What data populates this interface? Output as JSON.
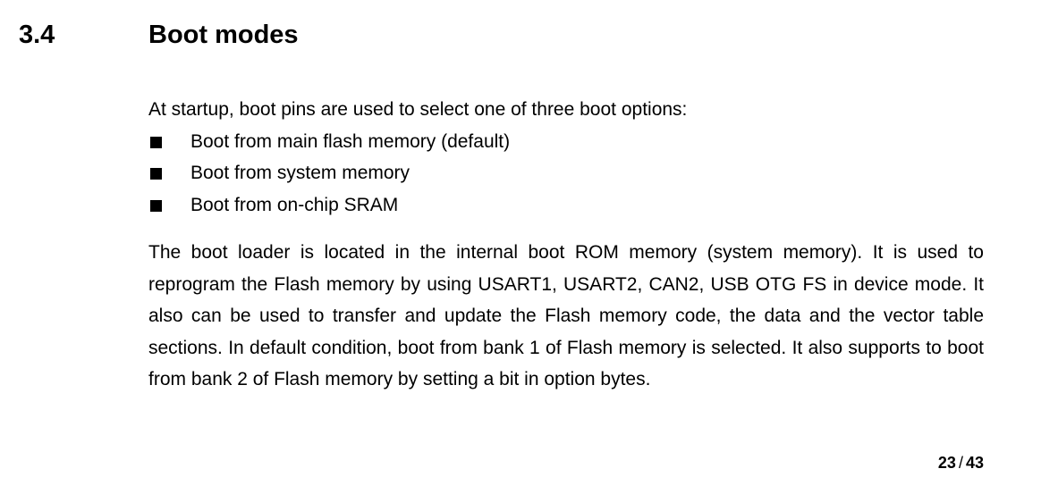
{
  "section": {
    "number": "3.4",
    "title": "Boot modes"
  },
  "intro": "At startup, boot pins are used to select one of three boot options:",
  "boot_options": [
    "Boot from main flash memory (default)",
    "Boot from system memory",
    "Boot from on-chip SRAM"
  ],
  "body": "The boot loader is located in the internal boot ROM memory (system memory). It is used to reprogram the Flash memory by using USART1, USART2, CAN2, USB OTG FS in device mode. It also can be used to transfer and update the Flash memory code, the data and the vector table sections. In default condition, boot from bank 1 of Flash memory is selected. It also supports to boot from bank 2 of Flash memory by setting a bit in option bytes.",
  "page": {
    "current": "23",
    "separator": "/",
    "total": "43"
  }
}
